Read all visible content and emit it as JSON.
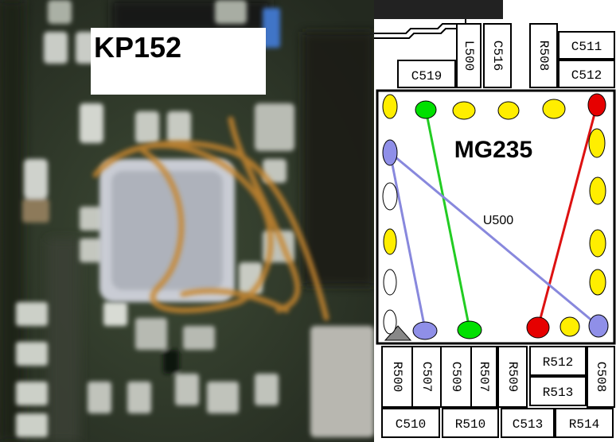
{
  "photo": {
    "label": "KP152"
  },
  "diagram": {
    "chip_title": "MG235",
    "chip_sub": "U500",
    "components": {
      "c519": "C519",
      "l500": "L500",
      "c516": "C516",
      "r508": "R508",
      "c511": "C511",
      "c512": "C512",
      "r500": "R500",
      "c507": "C507",
      "c509": "C509",
      "r507": "R507",
      "r509": "R509",
      "r512": "R512",
      "r513": "R513",
      "c508": "C508",
      "c510": "C510",
      "r510": "R510",
      "c513": "C513",
      "r514": "R514"
    },
    "colors": {
      "yellow_pad": "#ffee00",
      "green_pad": "#00e000",
      "red_pad": "#e60000",
      "blue_pad": "#8f8fe8",
      "green_wire": "#22cc22",
      "red_wire": "#dd1111",
      "blue_wire": "#8888dd"
    }
  }
}
